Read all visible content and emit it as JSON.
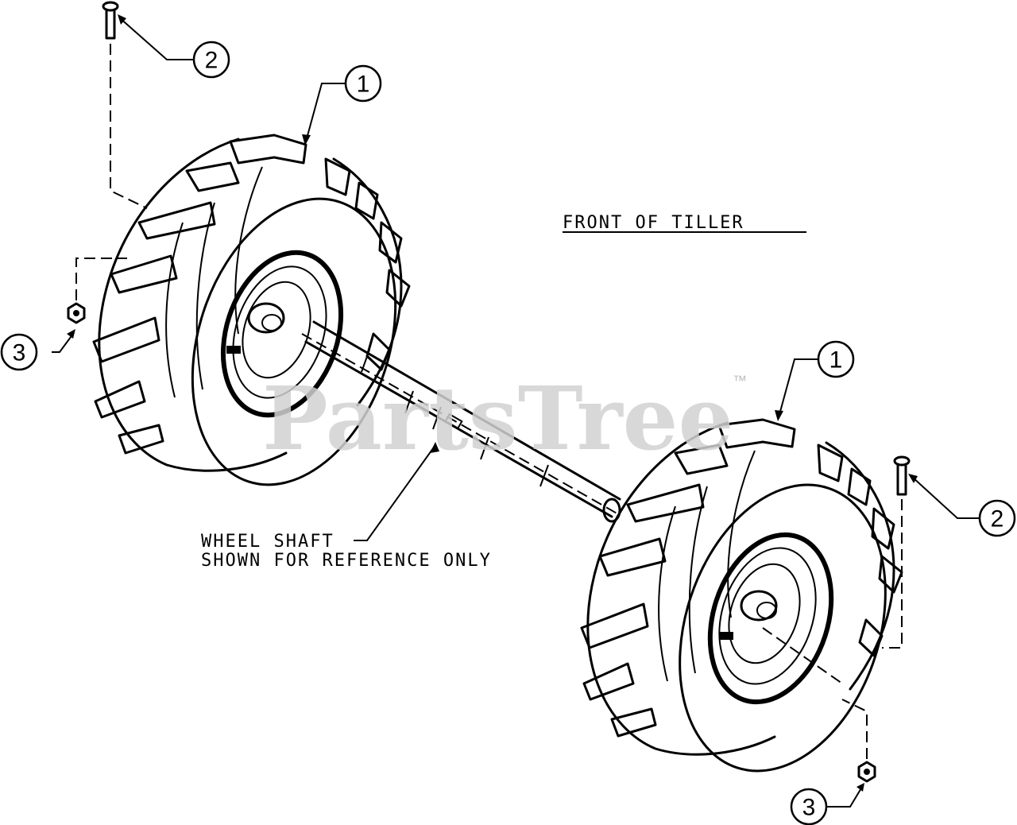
{
  "diagram": {
    "title": "FRONT OF TILLER",
    "shaft_label_line1": "WHEEL SHAFT",
    "shaft_label_line2": "SHOWN FOR REFERENCE ONLY",
    "watermark": "PartsTree",
    "watermark_tm": "™",
    "callouts": [
      {
        "id": "left-wheel",
        "number": "1"
      },
      {
        "id": "left-bolt",
        "number": "2"
      },
      {
        "id": "left-nut",
        "number": "3"
      },
      {
        "id": "right-wheel",
        "number": "1"
      },
      {
        "id": "right-bolt",
        "number": "2"
      },
      {
        "id": "right-nut",
        "number": "3"
      }
    ]
  }
}
